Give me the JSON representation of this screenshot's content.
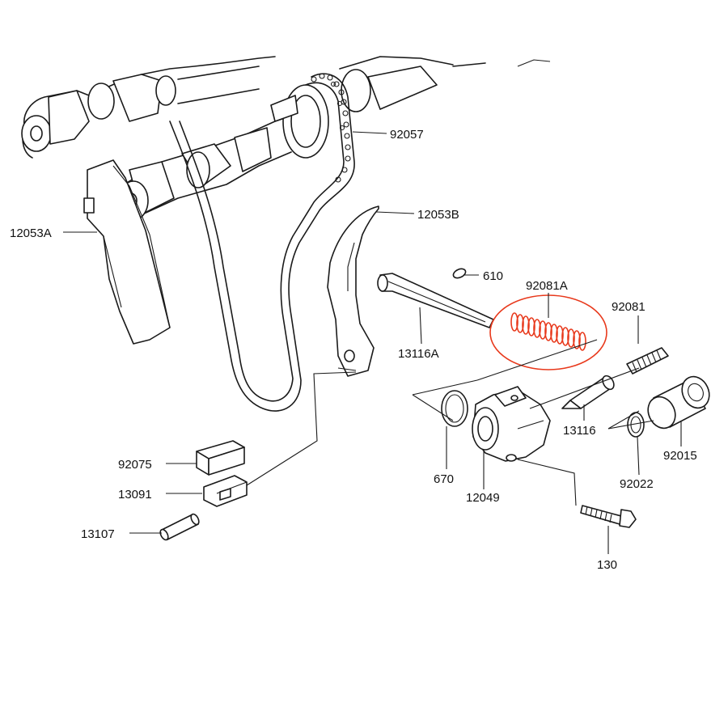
{
  "diagram": {
    "parts": [
      {
        "id": "92057",
        "label": "92057"
      },
      {
        "id": "12053B",
        "label": "12053B"
      },
      {
        "id": "12053A",
        "label": "12053A"
      },
      {
        "id": "610",
        "label": "610"
      },
      {
        "id": "92081A",
        "label": "92081A"
      },
      {
        "id": "92081",
        "label": "92081"
      },
      {
        "id": "13116A",
        "label": "13116A"
      },
      {
        "id": "13116",
        "label": "13116"
      },
      {
        "id": "92015",
        "label": "92015"
      },
      {
        "id": "670",
        "label": "670"
      },
      {
        "id": "12049",
        "label": "12049"
      },
      {
        "id": "92022",
        "label": "92022"
      },
      {
        "id": "92075",
        "label": "92075"
      },
      {
        "id": "13091",
        "label": "13091"
      },
      {
        "id": "13107",
        "label": "13107"
      },
      {
        "id": "130",
        "label": "130"
      }
    ],
    "highlighted_part": "92081A",
    "highlight_color": "#e8391c",
    "ink_color": "#1a1a1a"
  }
}
